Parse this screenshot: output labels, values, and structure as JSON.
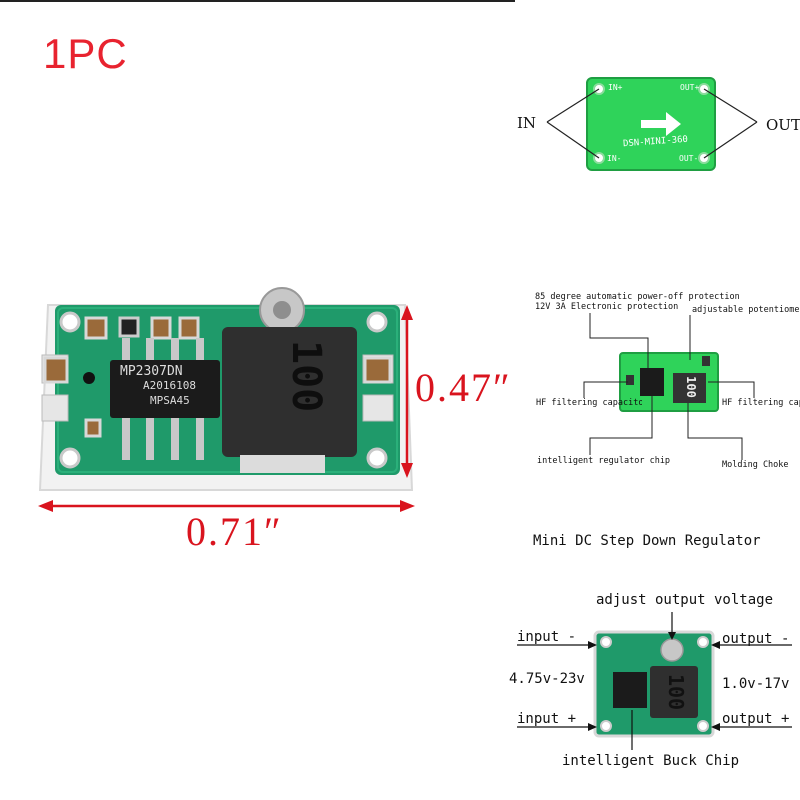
{
  "header": {
    "quantity": "1PC"
  },
  "main_photo": {
    "chip_text": [
      "MP2307DN",
      "A2016108",
      "MPSA45"
    ],
    "inductor_text": "100",
    "width_label": "0.71″",
    "height_label": "0.47″"
  },
  "io_diagram": {
    "in_label": "IN",
    "out_label": "OUT",
    "board_text": "DSN-MINI-360",
    "pad_in_plus": "IN+",
    "pad_in_minus": "IN-",
    "pad_out_plus": "OUT+",
    "pad_out_minus": "OUT-"
  },
  "features_diagram": {
    "protection_line1": "85 degree automatic power-off protection",
    "protection_line2": "12V 3A Electronic protection",
    "potentiometer": "adjustable potentiometer",
    "hf_left": "HF filtering capacitor",
    "hf_right": "HF filtering capac",
    "regulator_chip": "intelligent regulator chip",
    "molding_choke": "Molding Choke",
    "inductor_text": "100",
    "caption": "Mini DC Step Down Regulator"
  },
  "wiring_diagram": {
    "adjust_voltage": "adjust output voltage",
    "input_minus": "input -",
    "output_minus": "output -",
    "input_range": "4.75v-23v",
    "output_range": "1.0v-17v",
    "input_plus": "input +",
    "output_plus": "output +",
    "buck_chip": "intelligent Buck Chip",
    "inductor_text": "100"
  },
  "colors": {
    "pcb_green": "#1f9a6a",
    "dimension_red": "#d9141e",
    "label_red": "#e8232f",
    "bright_green_board": "#2fd35a"
  }
}
